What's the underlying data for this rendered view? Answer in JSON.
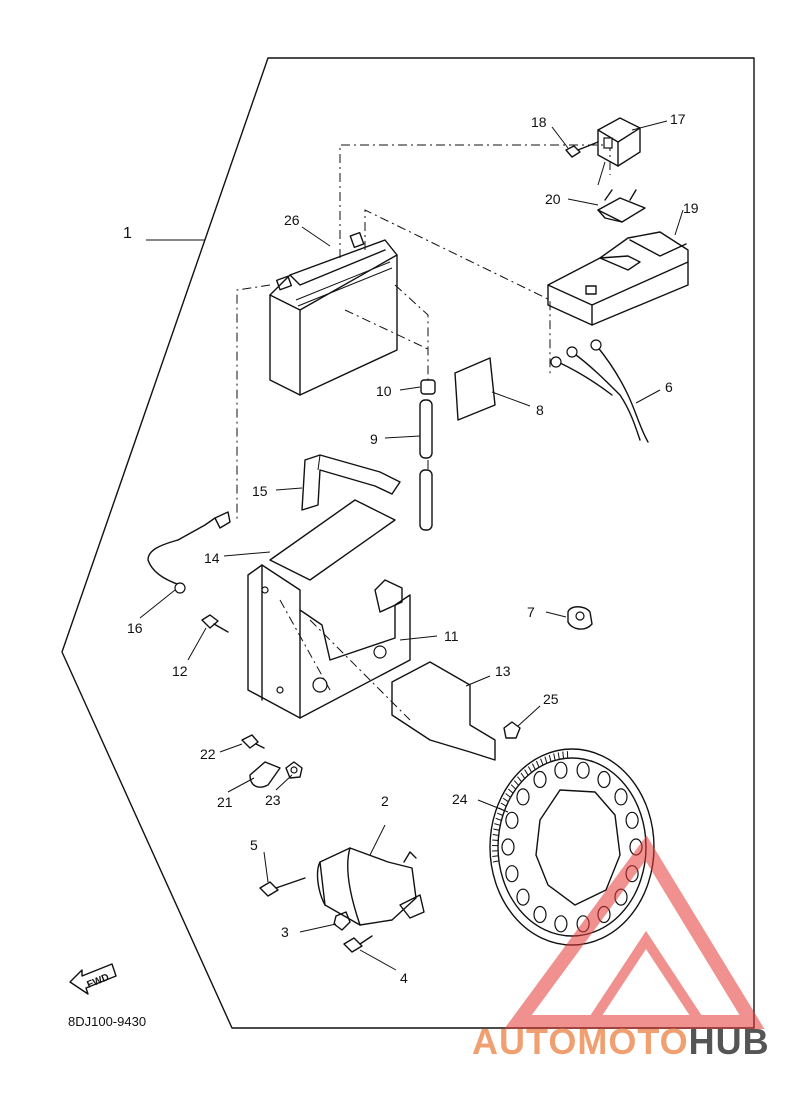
{
  "diagram": {
    "assembly_callout": "1",
    "part_code": "8DJ100-9430",
    "fwd_label": "FWD",
    "callouts": {
      "p2": "2",
      "p3": "3",
      "p4": "4",
      "p5": "5",
      "p6": "6",
      "p7": "7",
      "p8": "8",
      "p9": "9",
      "p10": "10",
      "p11": "11",
      "p12": "12",
      "p13": "13",
      "p14": "14",
      "p15": "15",
      "p16": "16",
      "p17": "17",
      "p18": "18",
      "p19": "19",
      "p20": "20",
      "p21": "21",
      "p22": "22",
      "p23": "23",
      "p24": "24",
      "p25": "25",
      "p26": "26"
    }
  },
  "watermark": {
    "word_part1": "AUTOMOTO",
    "word_part2": "HUB",
    "color_main": "#f0a070",
    "color_secondary": "#555555",
    "logo_color": "#e53935"
  }
}
